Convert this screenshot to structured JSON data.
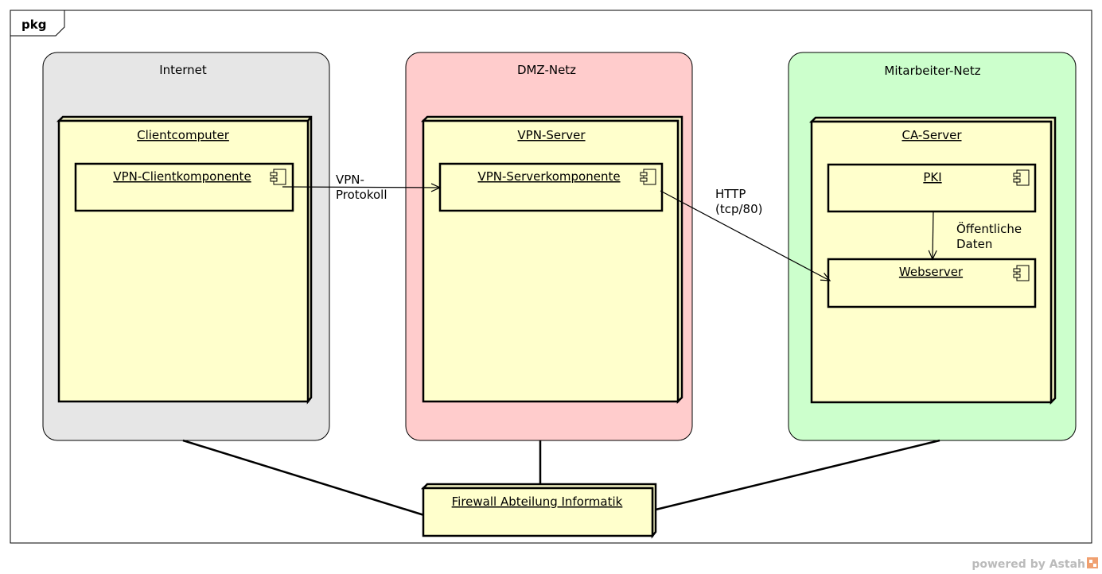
{
  "frame": {
    "label": "pkg"
  },
  "zones": {
    "internet": {
      "label": "Internet",
      "fill": "#e6e6e6"
    },
    "dmz": {
      "label": "DMZ-Netz",
      "fill": "#ffcccc"
    },
    "mitarbeiter": {
      "label": "Mitarbeiter-Netz",
      "fill": "#ccffcc"
    }
  },
  "nodes": {
    "clientcomputer": {
      "label": "Clientcomputer"
    },
    "vpn_server": {
      "label": "VPN-Server"
    },
    "ca_server": {
      "label": "CA-Server"
    },
    "firewall": {
      "label": "Firewall Abteilung Informatik"
    }
  },
  "components": {
    "vpn_client": {
      "label": "VPN-Clientkomponente"
    },
    "vpn_server_comp": {
      "label": "VPN-Serverkomponente"
    },
    "pki": {
      "label": "PKI"
    },
    "webserver": {
      "label": "Webserver"
    }
  },
  "connectors": {
    "vpn": {
      "line1": "VPN-",
      "line2": "Protokoll"
    },
    "http": {
      "line1": "HTTP",
      "line2": "(tcp/80)"
    },
    "daten": {
      "line1": "Öffentliche",
      "line2": "Daten"
    }
  },
  "colors": {
    "node_fill": "#ffffcc",
    "stroke": "#000000"
  },
  "watermark": {
    "text": "powered by Astah"
  }
}
